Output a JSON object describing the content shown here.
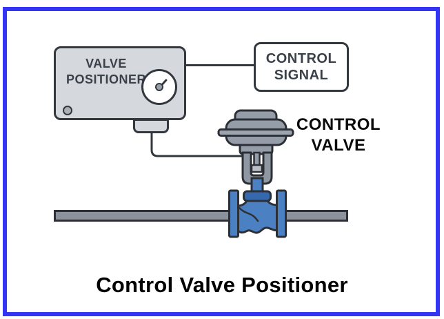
{
  "title": "Control Valve Positioner",
  "positioner_box": {
    "line1": "VALVE",
    "line2": "POSITIONER"
  },
  "signal_box": {
    "line1": "CONTROL",
    "line2": "SIGNAL"
  },
  "valve_label": {
    "line1": "CONTROL",
    "line2": "VALVE"
  },
  "icons": {
    "gauge": "pressure-gauge-dial",
    "screw": "panel-screw-dot"
  },
  "colors": {
    "frame_border": "#3335f4",
    "outline": "#33383e",
    "instrument_fill": "#d5d9de",
    "actuator_fill": "#959da8",
    "pipe_fill": "#8b929c",
    "valve_blue": "#4b80c3",
    "bonnet_blue": "#3568ad",
    "gauge_face": "#ffffff",
    "label_text": "#3b4148",
    "annotation_text": "#0a0a0a"
  }
}
